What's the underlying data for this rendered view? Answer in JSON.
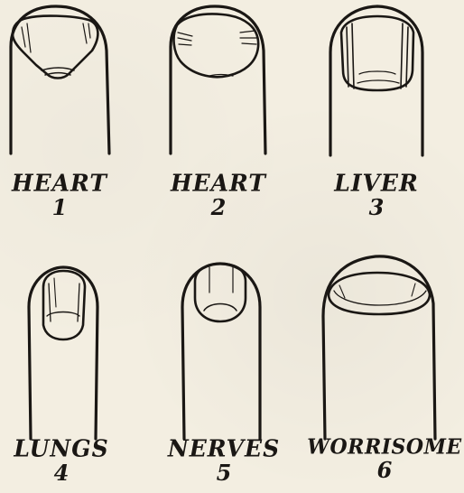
{
  "nails": [
    {
      "name": "HEART",
      "number": "1"
    },
    {
      "name": "HEART",
      "number": "2"
    },
    {
      "name": "LIVER",
      "number": "3"
    },
    {
      "name": "LUNGS",
      "number": "4"
    },
    {
      "name": "NERVES",
      "number": "5"
    },
    {
      "name": "WORRISOME",
      "number": "6"
    }
  ],
  "colors": {
    "ink": "#1a1714",
    "paper": "#f3eee1"
  }
}
